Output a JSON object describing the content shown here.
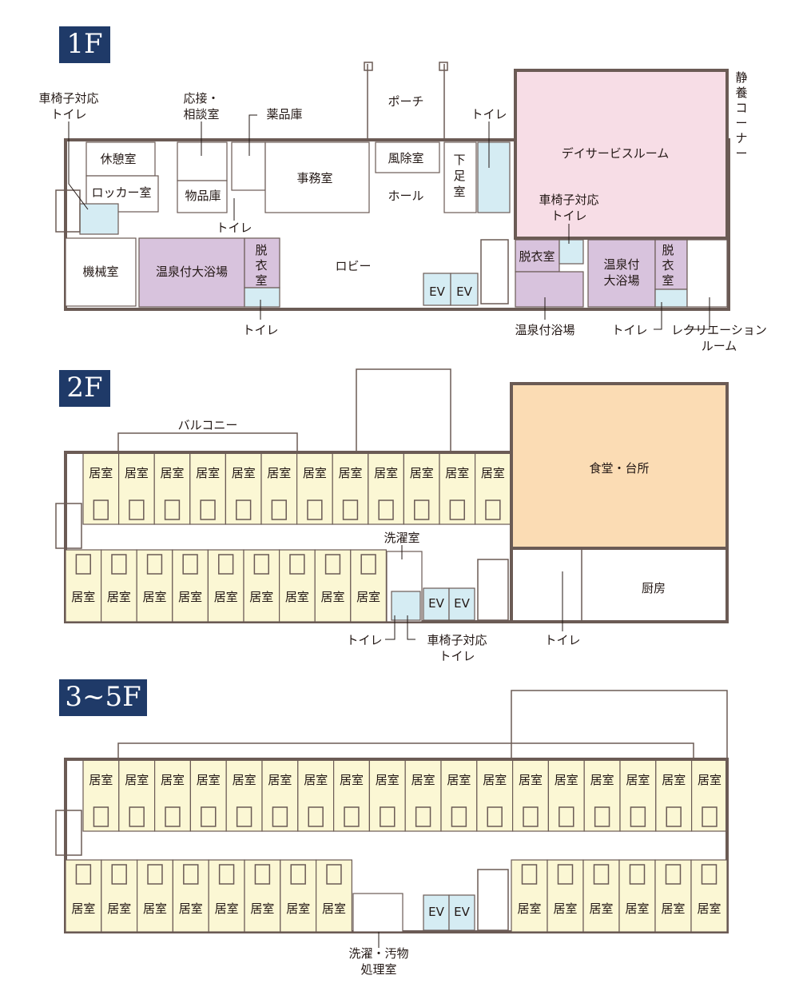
{
  "floors": {
    "f1": {
      "badge": "1F",
      "labels": {
        "wheelchair_toilet": [
          "車椅子対応",
          "トイレ"
        ],
        "reception": [
          "応接・",
          "相談室"
        ],
        "medicine": "薬品庫",
        "porch": "ポーチ",
        "toilet_top": "トイレ",
        "rest_room": "休憩室",
        "locker": "ロッカー室",
        "storage": "物品庫",
        "office": "事務室",
        "windbreak": "風除室",
        "shoe": [
          "下",
          "足",
          "室"
        ],
        "hall": "ホール",
        "toilet_mid": "トイレ",
        "day_service": "デイサービスルーム",
        "rest_corner": [
          "静",
          "養",
          "コ",
          "ー",
          "ナ",
          "ー"
        ],
        "wheelchair_toilet2": [
          "車椅子対応",
          "トイレ"
        ],
        "machine": "機械室",
        "big_bath": "温泉付大浴場",
        "changing1": [
          "脱",
          "衣",
          "室"
        ],
        "lobby": "ロビー",
        "ev1": "EV",
        "ev2": "EV",
        "changing2": "脱衣室",
        "big_bath2": [
          "温泉付",
          "大浴場"
        ],
        "changing3": [
          "脱",
          "衣",
          "室"
        ],
        "toilet_bottom": "トイレ",
        "onsen_bath": "温泉付浴場",
        "toilet_bottom2": "トイレ",
        "recreation": [
          "レクリエーション",
          "ルーム"
        ]
      }
    },
    "f2": {
      "badge": "2F",
      "labels": {
        "balcony": "バルコニー",
        "room": "居室",
        "dining": "食堂・台所",
        "laundry": "洗濯室",
        "ev1": "EV",
        "ev2": "EV",
        "kitchen": "厨房",
        "toilet": "トイレ",
        "wheelchair_toilet": [
          "車椅子対応",
          "トイレ"
        ],
        "toilet2": "トイレ"
      }
    },
    "f3": {
      "badge": "3~5F",
      "labels": {
        "room": "居室",
        "ev1": "EV",
        "ev2": "EV",
        "laundry": [
          "洗濯・汚物",
          "処理室"
        ]
      }
    }
  }
}
